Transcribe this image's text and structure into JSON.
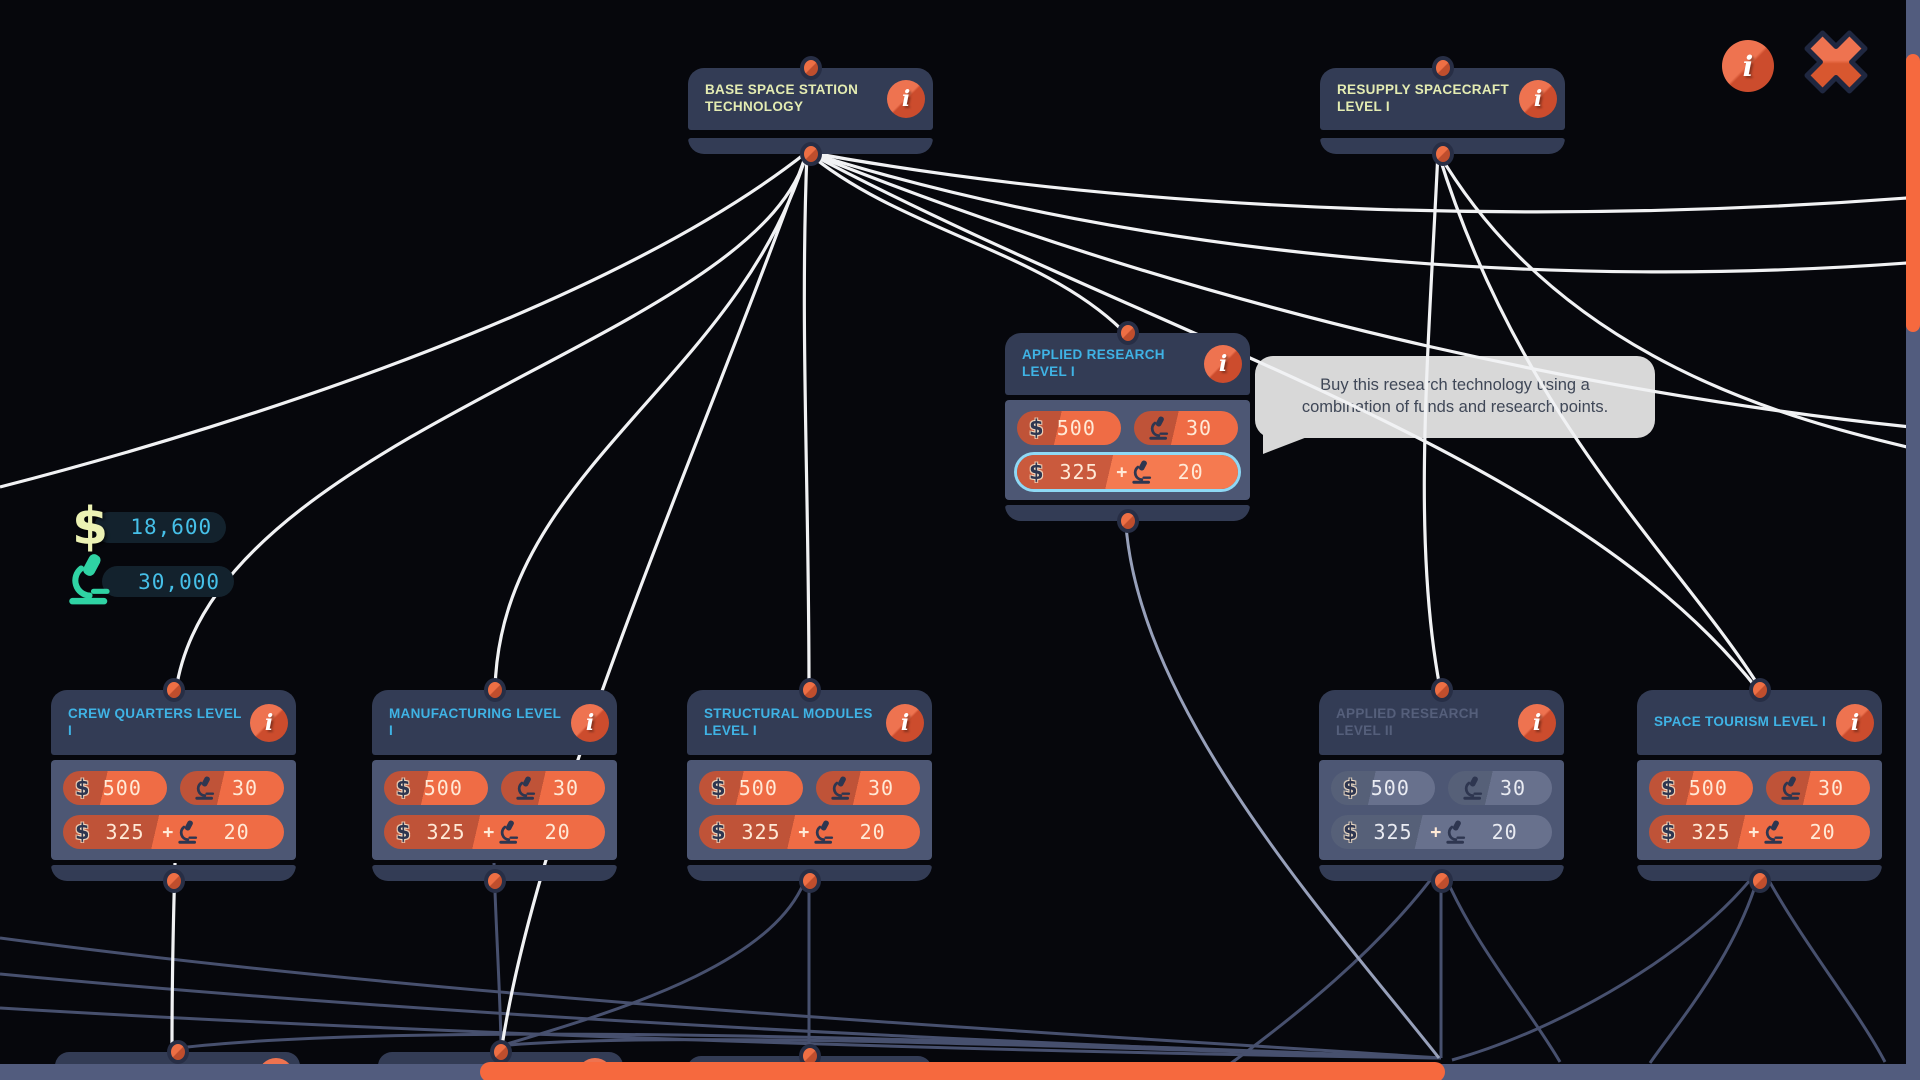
{
  "labels": {
    "info_glyph": "i",
    "plus": "+"
  },
  "icons": {
    "dollar": "$"
  },
  "colors": {
    "accent_orange": "#ef6c45",
    "panel_navy": "#333c55",
    "cost_slate": "#4d5774",
    "title_cyan": "#3fb3e5",
    "title_root": "#e4ecb2",
    "title_locked": "#555f7b",
    "selected_ring": "#8fd9f5",
    "resource_cyan": "#46c0e8",
    "scrollbar_thumb": "#f6693e"
  },
  "resources": {
    "funds": "18,600",
    "research_points": "30,000"
  },
  "tooltip": {
    "text": "Buy this research technology using a combination of funds and research points."
  },
  "nodes": [
    {
      "title": "BASE SPACE STATION TECHNOLOGY",
      "state": "owned-root"
    },
    {
      "title": "RESUPPLY SPACECRAFT LEVEL I",
      "state": "owned-root"
    },
    {
      "title": "APPLIED RESEARCH LEVEL I",
      "state": "selected",
      "cost_funds": "500",
      "cost_research": "30",
      "buy_funds": "325",
      "buy_research": "20"
    },
    {
      "title": "CREW QUARTERS LEVEL I",
      "state": "available",
      "cost_funds": "500",
      "cost_research": "30",
      "buy_funds": "325",
      "buy_research": "20"
    },
    {
      "title": "MANUFACTURING LEVEL I",
      "state": "available",
      "cost_funds": "500",
      "cost_research": "30",
      "buy_funds": "325",
      "buy_research": "20"
    },
    {
      "title": "STRUCTURAL MODULES LEVEL I",
      "state": "available",
      "cost_funds": "500",
      "cost_research": "30",
      "buy_funds": "325",
      "buy_research": "20"
    },
    {
      "title": "APPLIED RESEARCH LEVEL II",
      "state": "locked",
      "cost_funds": "500",
      "cost_research": "30",
      "buy_funds": "325",
      "buy_research": "20"
    },
    {
      "title": "SPACE TOURISM LEVEL I",
      "state": "available",
      "cost_funds": "500",
      "cost_research": "30",
      "buy_funds": "325",
      "buy_research": "20"
    }
  ]
}
